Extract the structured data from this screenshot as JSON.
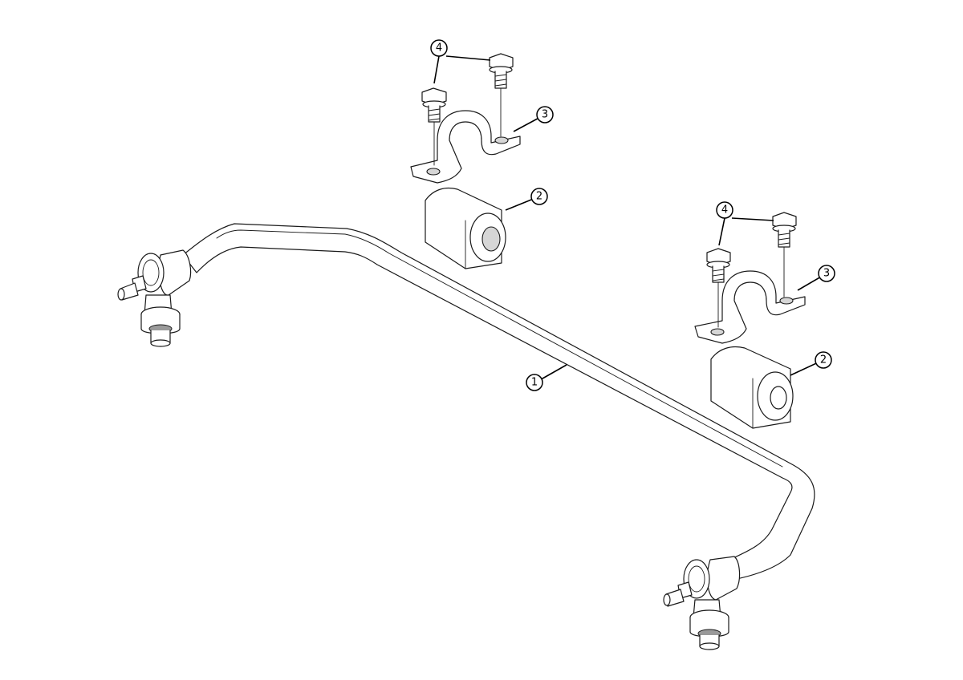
{
  "callouts": {
    "c1": "1",
    "c2a": "2",
    "c2b": "2",
    "c3a": "3",
    "c3b": "3",
    "c4a": "4",
    "c4b": "4"
  }
}
